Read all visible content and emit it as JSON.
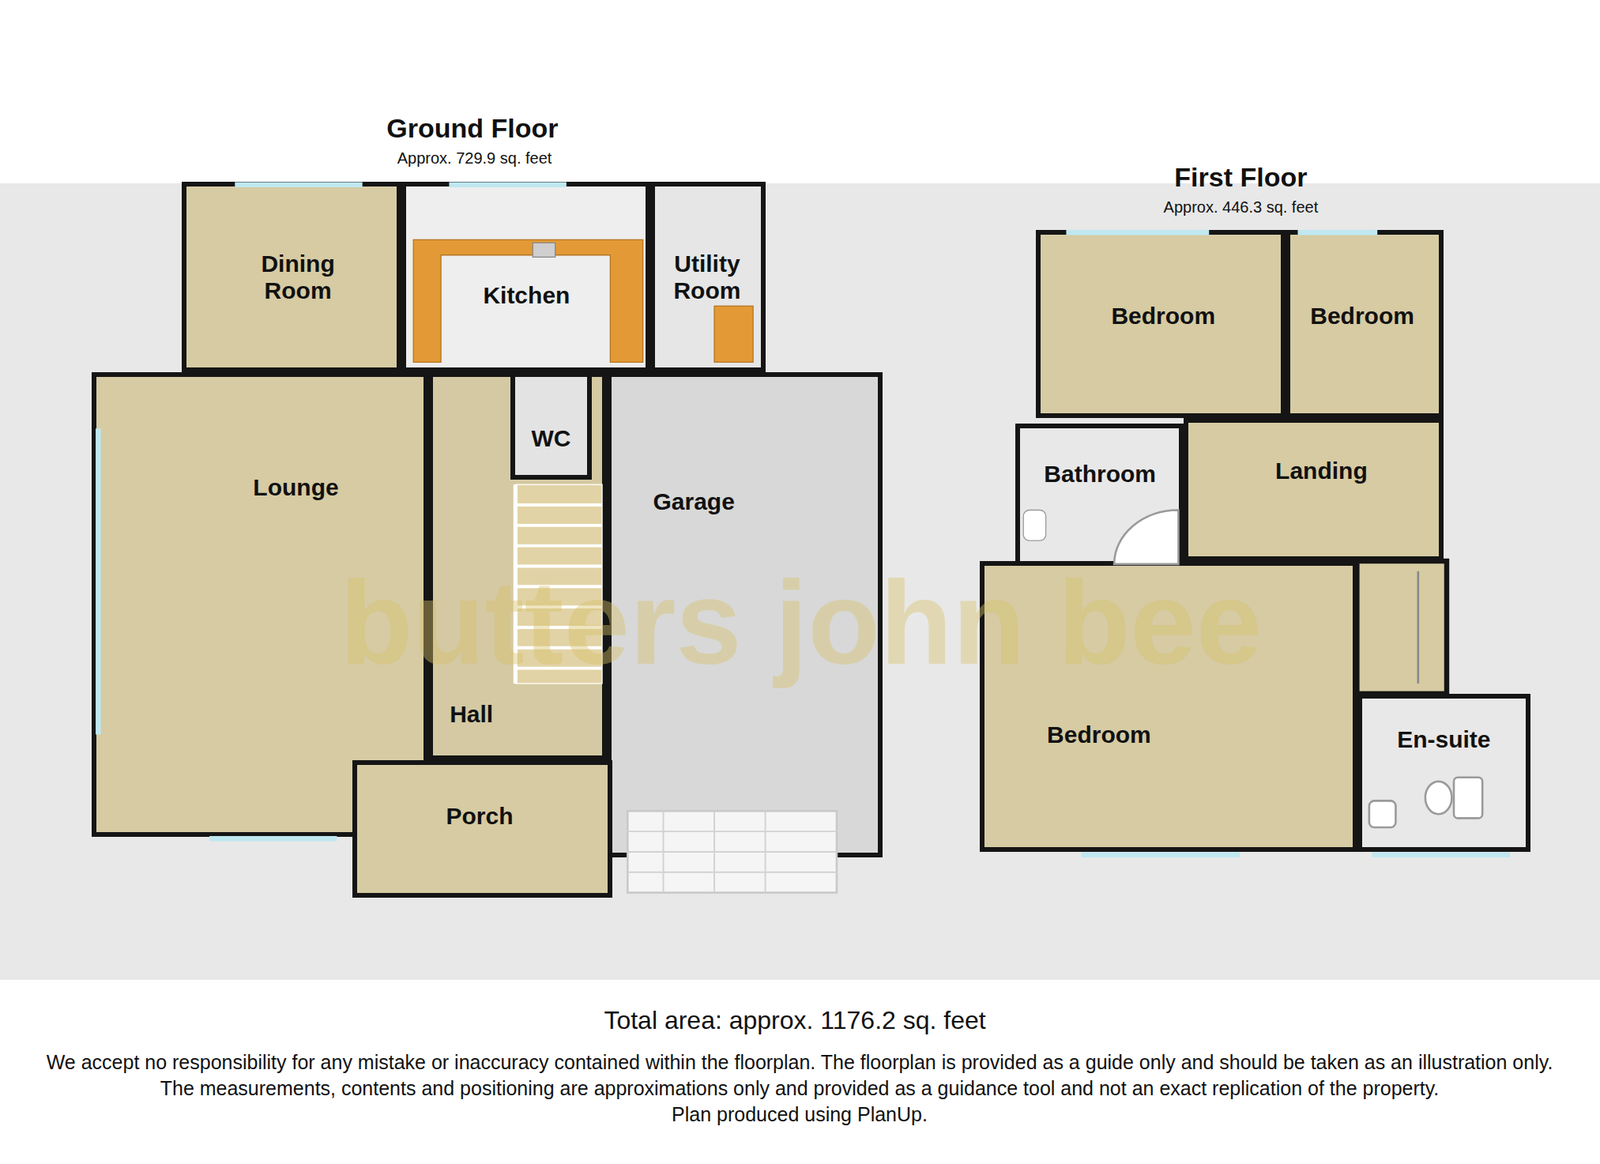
{
  "diagram": {
    "caption": "Total area: approx. 1176.2 sq. feet",
    "nodes": [
      {
        "text": [
          "Ground Floor",
          "Approx. 729.9 sq. feet"
        ]
      },
      {
        "text": [
          "Dining Room"
        ],
        "in": 0
      },
      {
        "text": [
          "Kitchen"
        ],
        "in": 0
      },
      {
        "text": [
          "Utility Room"
        ],
        "in": 0
      },
      {
        "text": [
          "Lounge"
        ],
        "in": 0
      },
      {
        "text": [
          "Hall"
        ],
        "in": 0
      },
      {
        "text": [
          "WC"
        ],
        "in": 0
      },
      {
        "text": [
          "Garage"
        ],
        "in": 0
      },
      {
        "text": [
          "Porch"
        ],
        "in": 0
      },
      {
        "text": [
          "First Floor",
          "Approx. 446.3 sq. feet"
        ]
      },
      {
        "text": [
          "Bedroom"
        ],
        "in": 9
      },
      {
        "text": [
          "Bedroom"
        ],
        "in": 9
      },
      {
        "text": [
          "Bathroom"
        ],
        "in": 9
      },
      {
        "text": [
          "Landing"
        ],
        "in": 9
      },
      {
        "text": [
          "Bedroom"
        ],
        "in": 9
      },
      {
        "text": [
          "En-suite"
        ],
        "in": 9
      }
    ],
    "labels": [
      "butters john bee",
      "We accept no responsibility for any mistake or inaccuracy contained within the floorplan. The floorplan is provided as a guide only and should be taken as an illustration only. The measurements, contents and positioning are approximations only and provided as a guidance tool and not an exact replication of the property.",
      "Plan produced using PlanUp."
    ]
  }
}
